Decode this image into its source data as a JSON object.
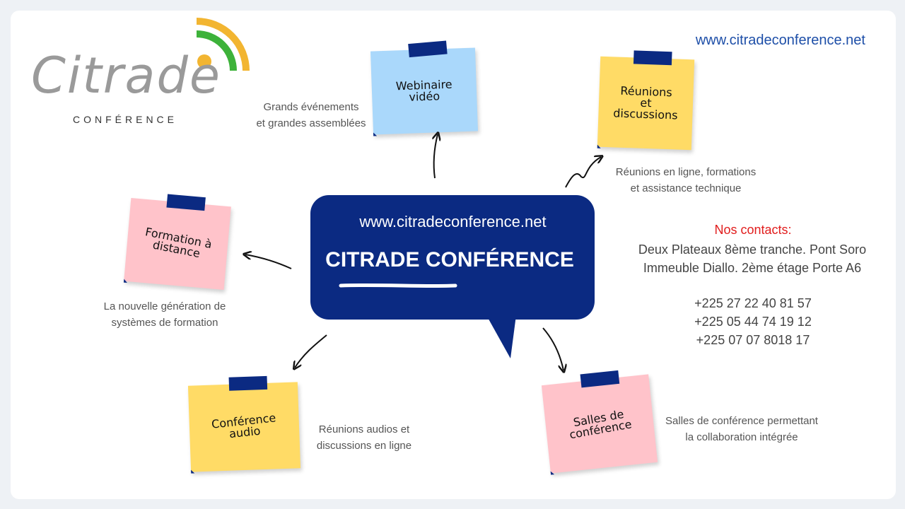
{
  "logo": {
    "word": "Citrade",
    "sub": "CONFÉRENCE",
    "colors": {
      "green": "#3db23a",
      "orange": "#f2b531",
      "gray": "#9a9a9a"
    }
  },
  "top_url": "www.citradeconference.net",
  "center": {
    "url": "www.citradeconference.net",
    "title": "CITRADE CONFÉRENCE",
    "color": "#0b2a82"
  },
  "notes": [
    {
      "label": "Webinaire\nvidéo",
      "color": "#aad8fb"
    },
    {
      "label": "Réunions\net\ndiscussions",
      "color": "#ffdb66"
    },
    {
      "label": "Formation à\ndistance",
      "color": "#ffc3ca"
    },
    {
      "label": "Conférence\naudio",
      "color": "#ffdb66"
    },
    {
      "label": "Salles de\nconférence",
      "color": "#ffc3ca"
    }
  ],
  "descriptions": {
    "webinaire": "Grands événements\net grandes  assemblées",
    "reunions": "Réunions en ligne, formations\net assistance technique",
    "formation": "La nouvelle génération de\nsystèmes de formation",
    "audio": "Réunions audios et\ndiscussions en ligne",
    "salles": "Salles de conférence permettant\nla collaboration intégrée"
  },
  "contacts": {
    "title": "Nos contacts:",
    "address_line1": "Deux Plateaux 8ème tranche. Pont Soro",
    "address_line2": "Immeuble Diallo. 2ème étage Porte A6",
    "phones": [
      "+225 27 22 40 81 57",
      "+225 05 44 74 19 12",
      "+225 07 07 8018 17"
    ]
  }
}
